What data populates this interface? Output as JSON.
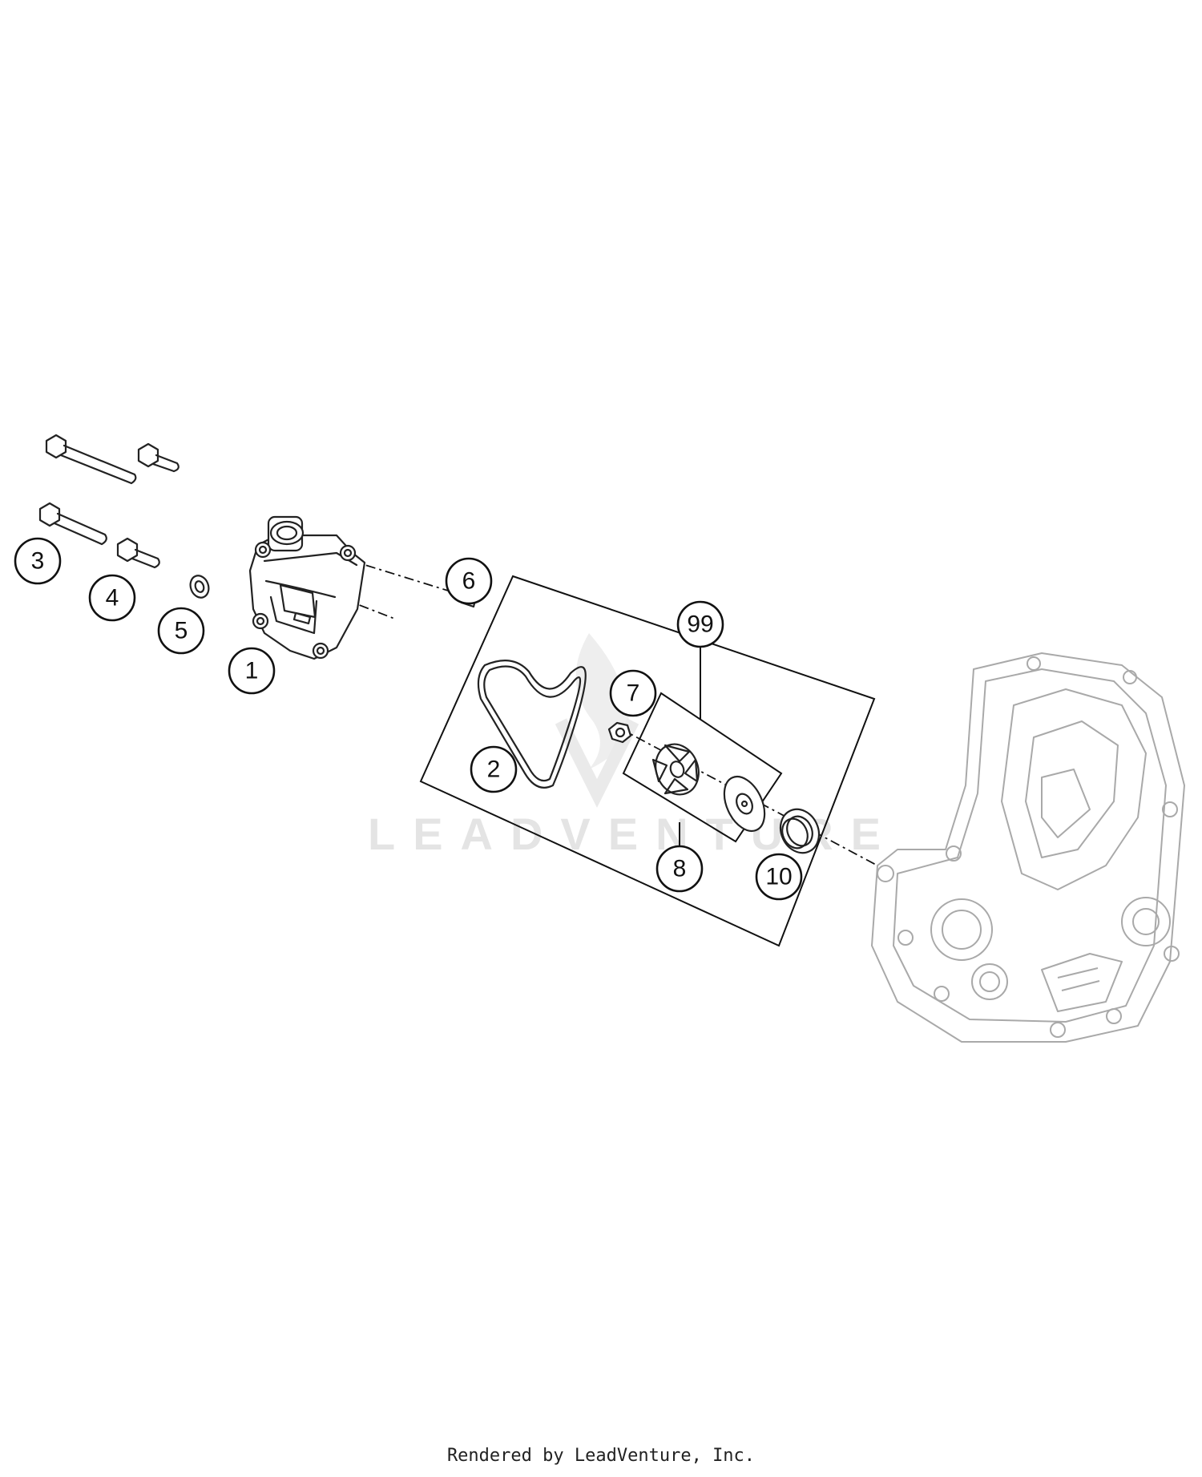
{
  "watermark": {
    "text": "LEADVENTURE"
  },
  "callouts": [
    {
      "id": "3",
      "label": "3"
    },
    {
      "id": "4",
      "label": "4"
    },
    {
      "id": "5",
      "label": "5"
    },
    {
      "id": "1",
      "label": "1"
    },
    {
      "id": "6",
      "label": "6"
    },
    {
      "id": "99",
      "label": "99"
    },
    {
      "id": "7",
      "label": "7"
    },
    {
      "id": "2",
      "label": "2"
    },
    {
      "id": "8",
      "label": "8"
    },
    {
      "id": "10",
      "label": "10"
    }
  ],
  "footer": {
    "text": "Rendered by LeadVenture, Inc."
  }
}
